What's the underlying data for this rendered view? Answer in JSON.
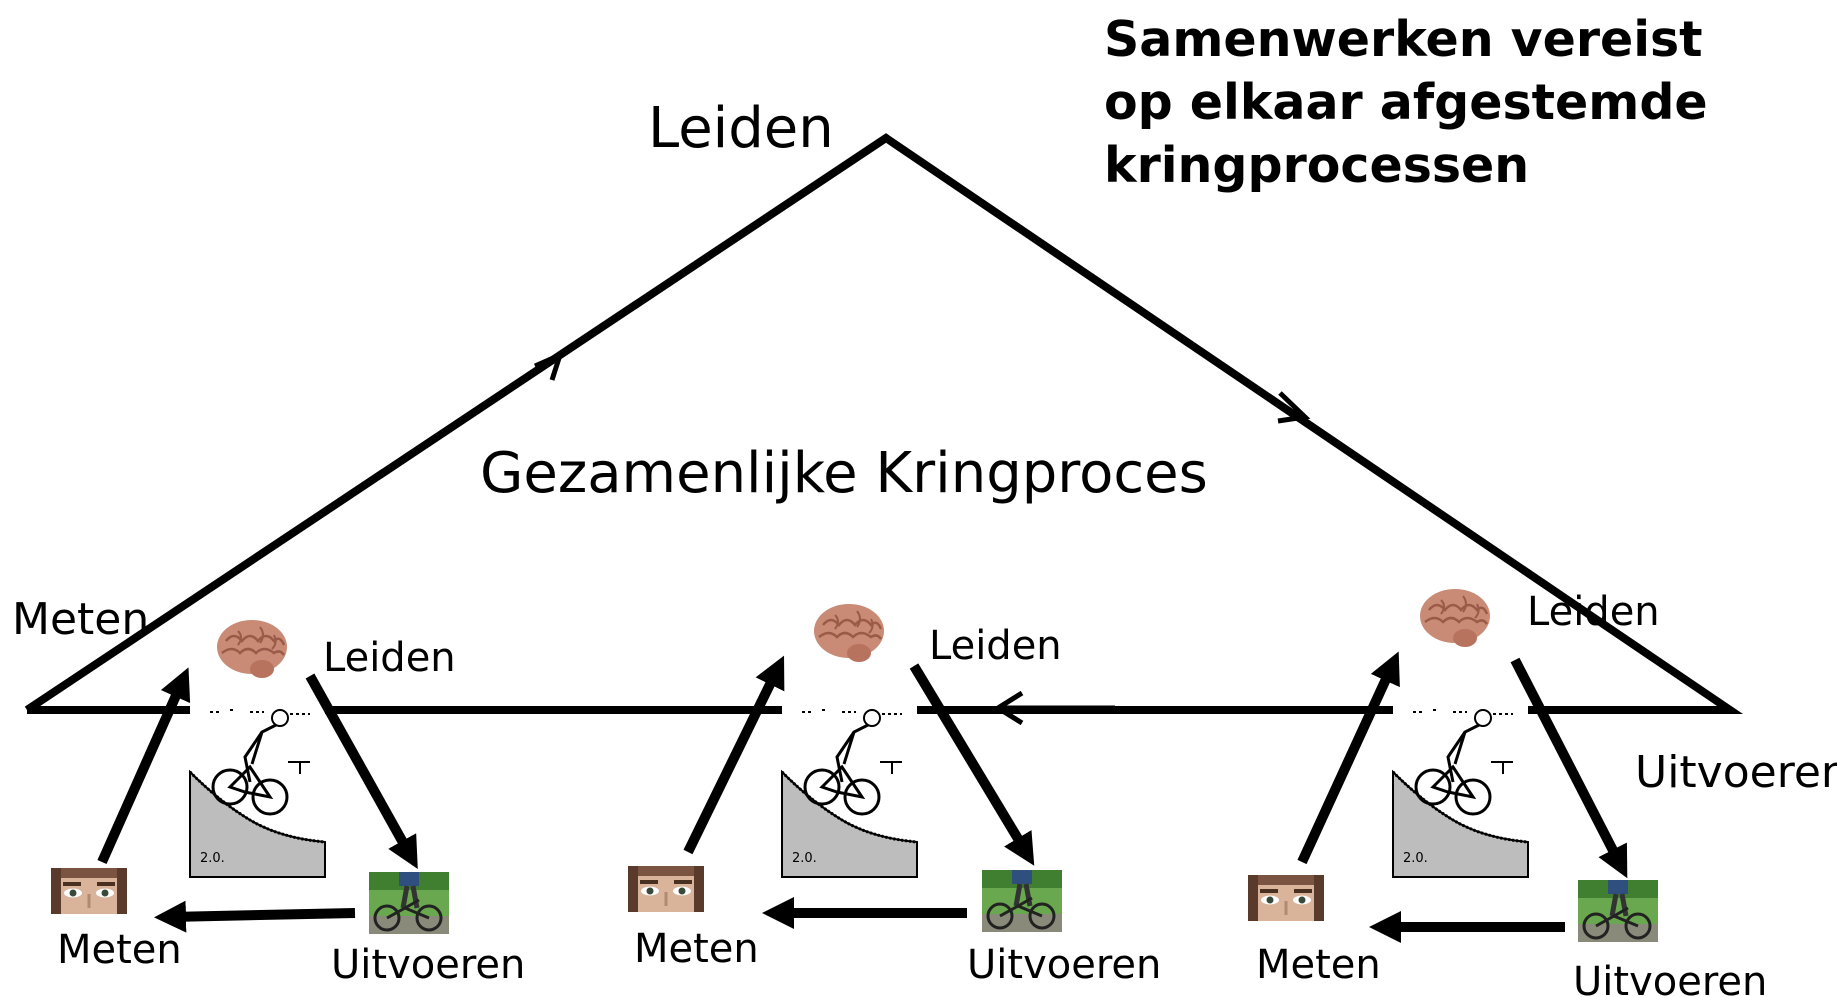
{
  "note": {
    "lines": [
      "Samenwerken vereist",
      "op elkaar afgestemde",
      "kringprocessen"
    ]
  },
  "main_cycle": {
    "title": "Gezamenlijke Kringproces",
    "top_label": "Leiden",
    "left_label": "Meten",
    "right_label": "Uitvoeren"
  },
  "sub_cycles": [
    {
      "leiden": "Leiden",
      "uitvoeren": "Uitvoeren",
      "meten": "Meten"
    },
    {
      "leiden": "Leiden",
      "uitvoeren": "Uitvoeren",
      "meten": "Meten"
    },
    {
      "leiden": "Leiden",
      "uitvoeren": "Uitvoeren",
      "meten": "Meten"
    }
  ],
  "icons": {
    "brain": "brain-icon",
    "eyes": "eyes-photo",
    "cyclist_photo": "cyclist-photo",
    "cyclist_sketch": "cyclist-sketch"
  },
  "colors": {
    "line": "#000000",
    "brain": "#c98a76",
    "brain_dark": "#9a5a48",
    "grass": "#4f8f3a",
    "skin": "#c8a08a"
  }
}
